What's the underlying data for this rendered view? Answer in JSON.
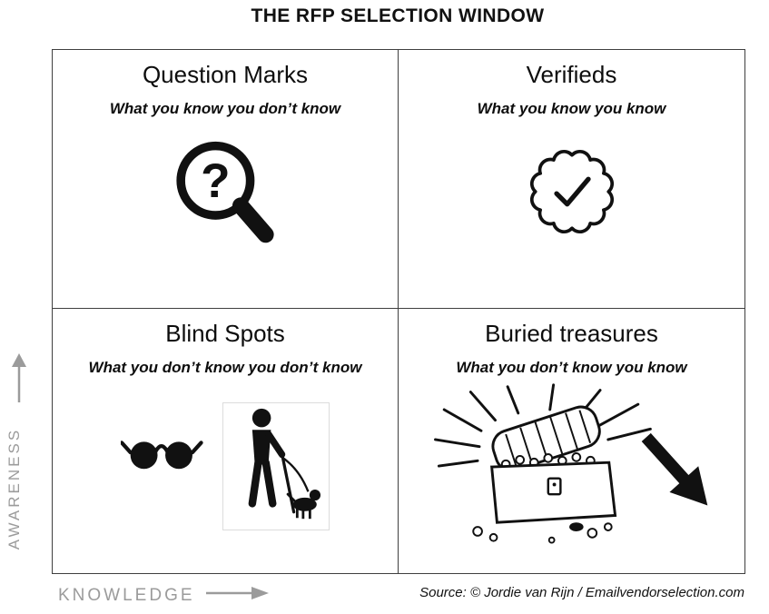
{
  "title": "THE RFP SELECTION WINDOW",
  "axes": {
    "y_label": "AWARENESS",
    "x_label": "KNOWLEDGE"
  },
  "quadrants": [
    {
      "title": "Question Marks",
      "subtitle": "What you know you don’t know",
      "icon": "magnifier-question-icon",
      "icon_glyph": "?"
    },
    {
      "title": "Verifieds",
      "subtitle": "What you know you know",
      "icon": "verified-badge-icon"
    },
    {
      "title": "Blind Spots",
      "subtitle": "What you don’t know you don’t know",
      "icon": "dark-glasses-and-blind-person-icons"
    },
    {
      "title": "Buried treasures",
      "subtitle": "What you don’t know you know",
      "icon": "treasure-chest-icon"
    }
  ],
  "source": "Source: © Jordie van Rijn / Emailvendorselection.com",
  "colors": {
    "ink": "#111111",
    "axis_gray": "#9b9b9b",
    "grid_line": "#3f3f3f"
  }
}
